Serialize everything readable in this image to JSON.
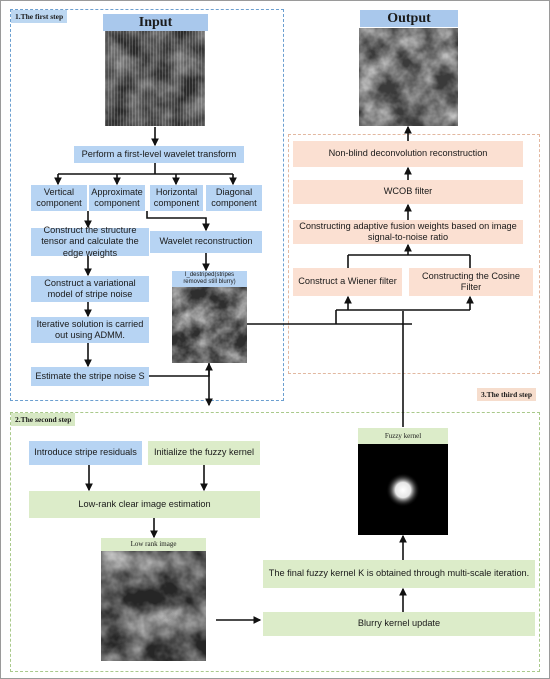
{
  "panels": {
    "first": "1.The first step",
    "second": "2.The second step",
    "third": "3.The third step"
  },
  "titles": {
    "input": "Input",
    "output": "Output"
  },
  "step1": {
    "wavelet": "Perform a first-level wavelet transform",
    "vertical": "Vertical component",
    "approximate": "Approximate component",
    "horizontal": "Horizontal component",
    "diagonal": "Diagonal component",
    "tensor": "Construct the structure tensor and calculate the edge weights",
    "variational": "Construct a variational model of stripe noise",
    "admm": "Iterative solution is carried out using ADMM.",
    "estimate": "Estimate the stripe noise S",
    "reconstruction": "Wavelet reconstruction",
    "destriped_caption": "I_destriped(stripes removed still blurry)"
  },
  "step2": {
    "residuals": "Introduce stripe residuals",
    "init_kernel": "Initialize the fuzzy kernel",
    "lowrank_est": "Low-rank clear image estimation",
    "lowrank_caption": "Low rank image",
    "fuzzy_caption": "Fuzzy kernel",
    "final_kernel": "The final fuzzy kernel K is obtained through multi-scale iteration.",
    "blurry_update": "Blurry kernel update"
  },
  "step3": {
    "nonblind": "Non-blind deconvolution reconstruction",
    "wcob": "WCOB filter",
    "adaptive": "Constructing adaptive fusion weights based on image signal-to-noise ratio",
    "wiener": "Construct a Wiener filter",
    "cosine": "Constructing the Cosine Filter"
  },
  "colors": {
    "blue_box": "#b7d4f3",
    "green_box": "#dcecc9",
    "peach_box": "#fbe0d2",
    "title_bg": "#a9c8ec"
  }
}
